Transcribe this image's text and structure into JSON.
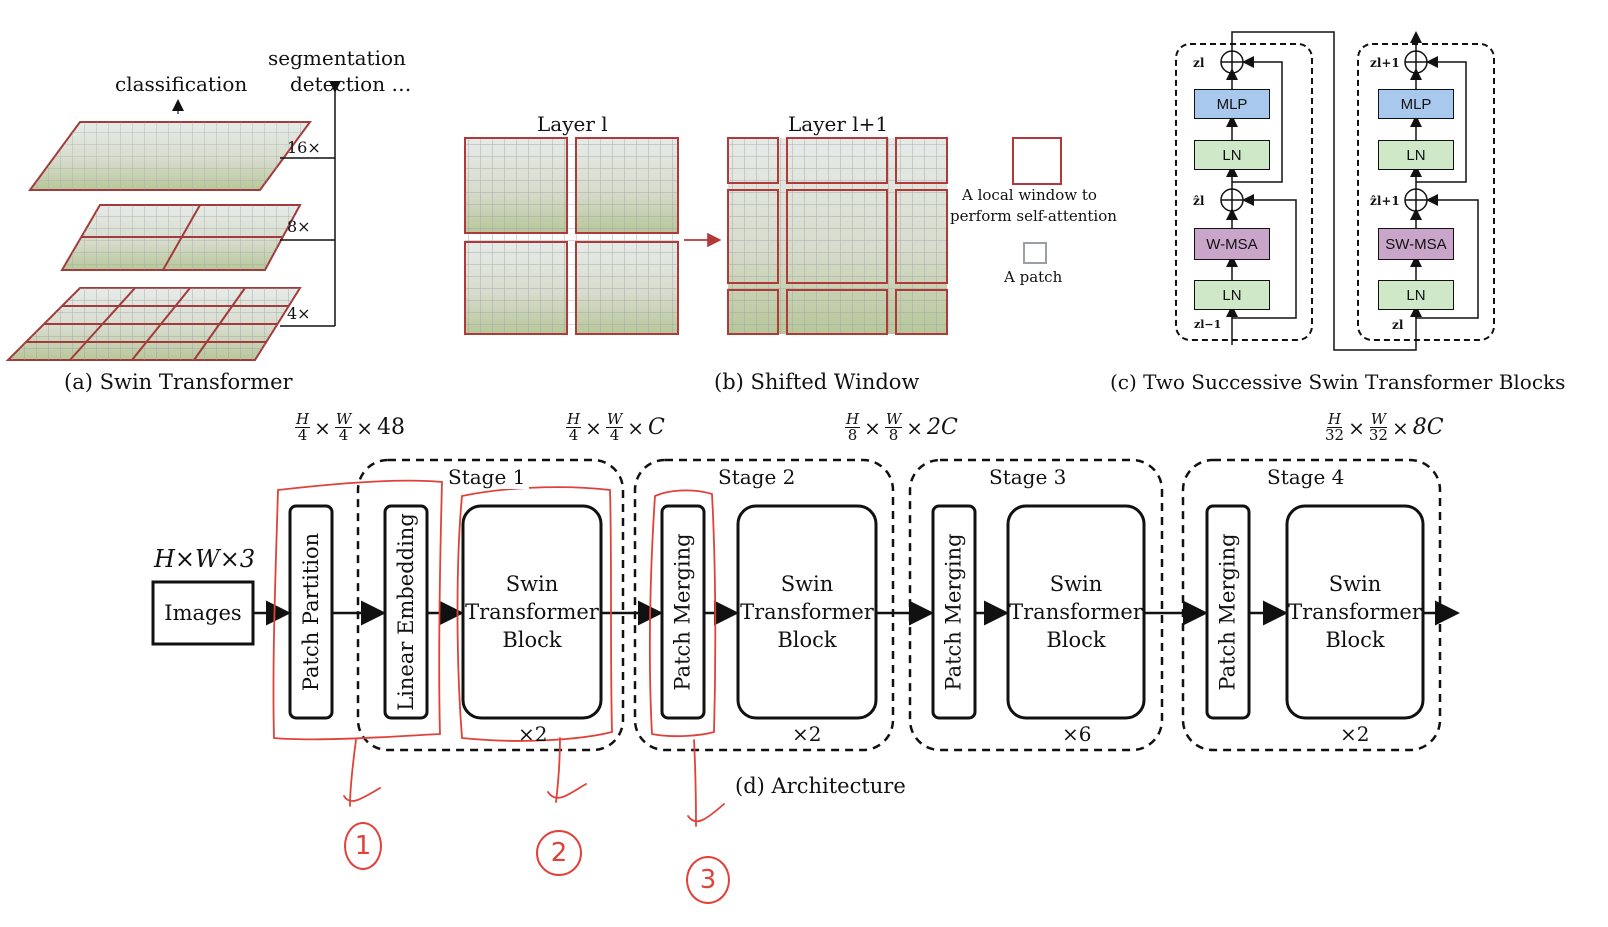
{
  "panel_a": {
    "top_left_label": "classification",
    "top_right_label_1": "segmentation",
    "top_right_label_2": "detection …",
    "scale_16": "16×",
    "scale_8": "8×",
    "scale_4": "4×",
    "caption": "(a) Swin Transformer"
  },
  "panel_b": {
    "layer_l": "Layer l",
    "layer_l1": "Layer l+1",
    "legend_window_1": "A local window to",
    "legend_window_2": "perform self-attention",
    "legend_patch": "A patch",
    "caption": "(b) Shifted Window"
  },
  "panel_c": {
    "block1": {
      "z_out": "zl",
      "zhat": "ẑl",
      "z_in": "zl−1",
      "mlp": "MLP",
      "ln_top": "LN",
      "attn": "W-MSA",
      "ln_bottom": "LN"
    },
    "block2": {
      "z_out": "zl+1",
      "zhat": "ẑl+1",
      "z_in": "zl",
      "mlp": "MLP",
      "ln_top": "LN",
      "attn": "SW-MSA",
      "ln_bottom": "LN"
    },
    "caption": "(c) Two Successive Swin Transformer Blocks"
  },
  "panel_d": {
    "input_dim": "H×W×3",
    "images": "Images",
    "patch_partition": "Patch Partition",
    "linear_embedding": "Linear Embedding",
    "patch_merging": "Patch Merging",
    "swin_block_1": "Swin",
    "swin_block_2": "Transformer",
    "swin_block_3": "Block",
    "stages": [
      {
        "label": "Stage 1",
        "repeat": "×2"
      },
      {
        "label": "Stage 2",
        "repeat": "×2"
      },
      {
        "label": "Stage 3",
        "repeat": "×6"
      },
      {
        "label": "Stage 4",
        "repeat": "×2"
      }
    ],
    "dims": [
      {
        "h": "H",
        "hd": "4",
        "w": "W",
        "wd": "4",
        "c": "48"
      },
      {
        "h": "H",
        "hd": "4",
        "w": "W",
        "wd": "4",
        "c": "C"
      },
      {
        "h": "H",
        "hd": "8",
        "w": "W",
        "wd": "8",
        "c": "2C"
      },
      {
        "h": "H",
        "hd": "32",
        "w": "W",
        "wd": "32",
        "c": "8C"
      }
    ],
    "caption": "(d) Architecture"
  },
  "annotations": {
    "mark_1": "1",
    "mark_2": "2",
    "mark_3": "3"
  },
  "colors": {
    "mlp": "#a9c8ee",
    "ln": "#cfe8c7",
    "attn": "#c9a6c9",
    "window_border": "#b03a3a",
    "annotation": "#e0423a"
  }
}
